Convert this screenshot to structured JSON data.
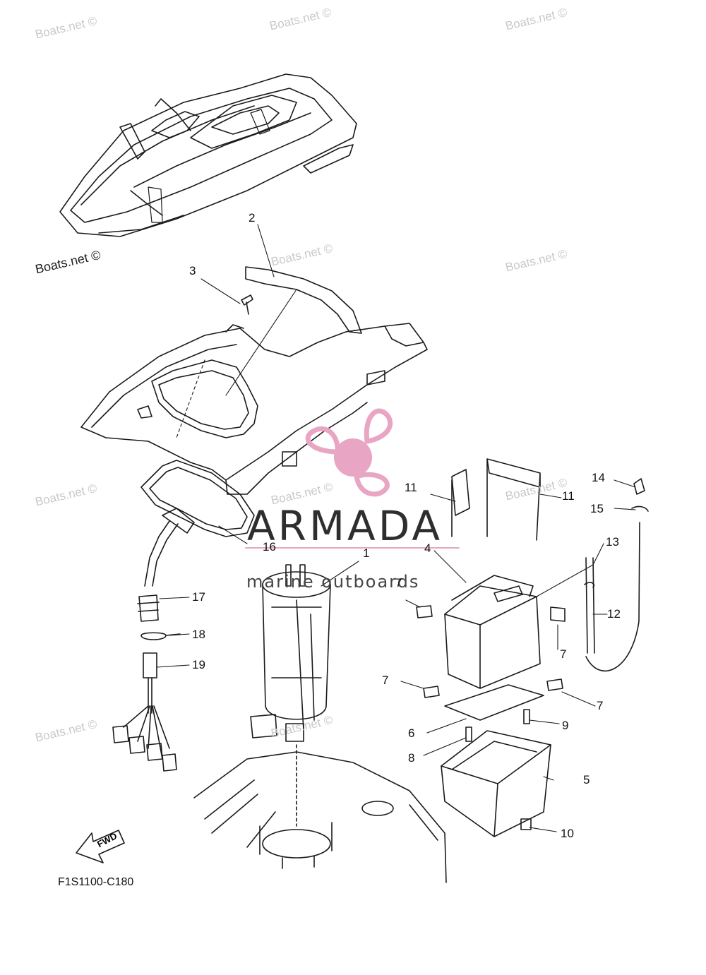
{
  "diagram": {
    "reference_code": "F1S1100-C180",
    "fwd_label": "FWD",
    "watermark_text": "Boats.net ©",
    "brand": {
      "name": "ARMADA",
      "tagline": "marine outboards",
      "logo_color": "#e8a6c4"
    },
    "callouts": [
      "1",
      "2",
      "3",
      "4",
      "5",
      "6",
      "7",
      "8",
      "9",
      "10",
      "11",
      "12",
      "13",
      "14",
      "15",
      "16",
      "17",
      "18",
      "19"
    ]
  }
}
